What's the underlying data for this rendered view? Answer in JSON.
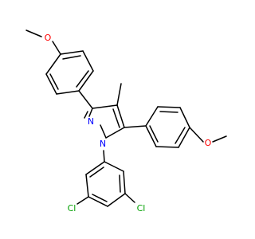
{
  "molecule": {
    "colors": {
      "bond": "#000000",
      "carbon_text": "#000000",
      "nitrogen": "#0000ff",
      "oxygen": "#ff0000",
      "chlorine": "#00a000"
    },
    "labels": {
      "o_top": "O",
      "o_right": "O",
      "n_1": "N",
      "n_2": "N",
      "cl_left": "Cl",
      "cl_right": "Cl"
    }
  }
}
